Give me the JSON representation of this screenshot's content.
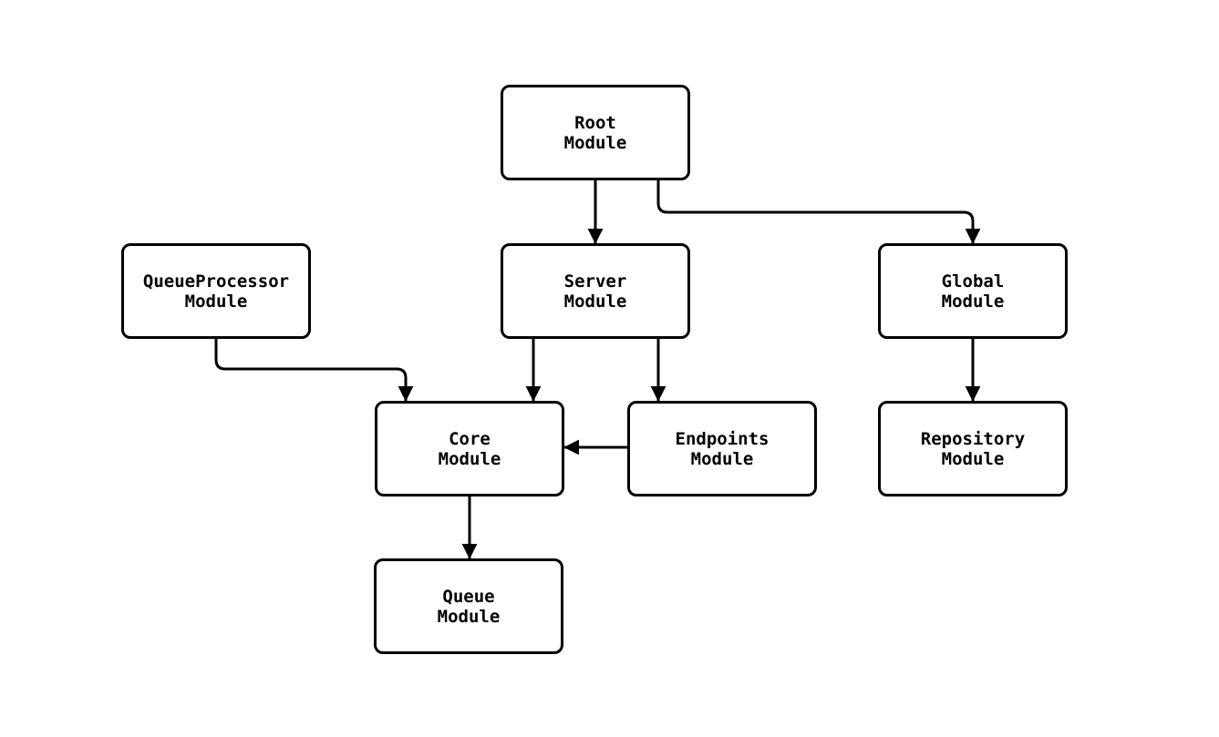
{
  "diagram": {
    "type": "flowchart",
    "background_color": "#ffffff",
    "stroke_color": "#000000",
    "node_fill_color": "#ffffff",
    "nodes": [
      {
        "id": "root",
        "line1": "Root",
        "line2": "Module"
      },
      {
        "id": "queueprocessor",
        "line1": "QueueProcessor",
        "line2": "Module"
      },
      {
        "id": "server",
        "line1": "Server",
        "line2": "Module"
      },
      {
        "id": "global",
        "line1": "Global",
        "line2": "Module"
      },
      {
        "id": "core",
        "line1": "Core",
        "line2": "Module"
      },
      {
        "id": "endpoints",
        "line1": "Endpoints",
        "line2": "Module"
      },
      {
        "id": "repository",
        "line1": "Repository",
        "line2": "Module"
      },
      {
        "id": "queue",
        "line1": "Queue",
        "line2": "Module"
      }
    ],
    "edges": [
      {
        "from": "root",
        "to": "server"
      },
      {
        "from": "root",
        "to": "global"
      },
      {
        "from": "queueprocessor",
        "to": "core"
      },
      {
        "from": "server",
        "to": "core"
      },
      {
        "from": "server",
        "to": "endpoints"
      },
      {
        "from": "endpoints",
        "to": "core"
      },
      {
        "from": "global",
        "to": "repository"
      },
      {
        "from": "core",
        "to": "queue"
      }
    ]
  }
}
